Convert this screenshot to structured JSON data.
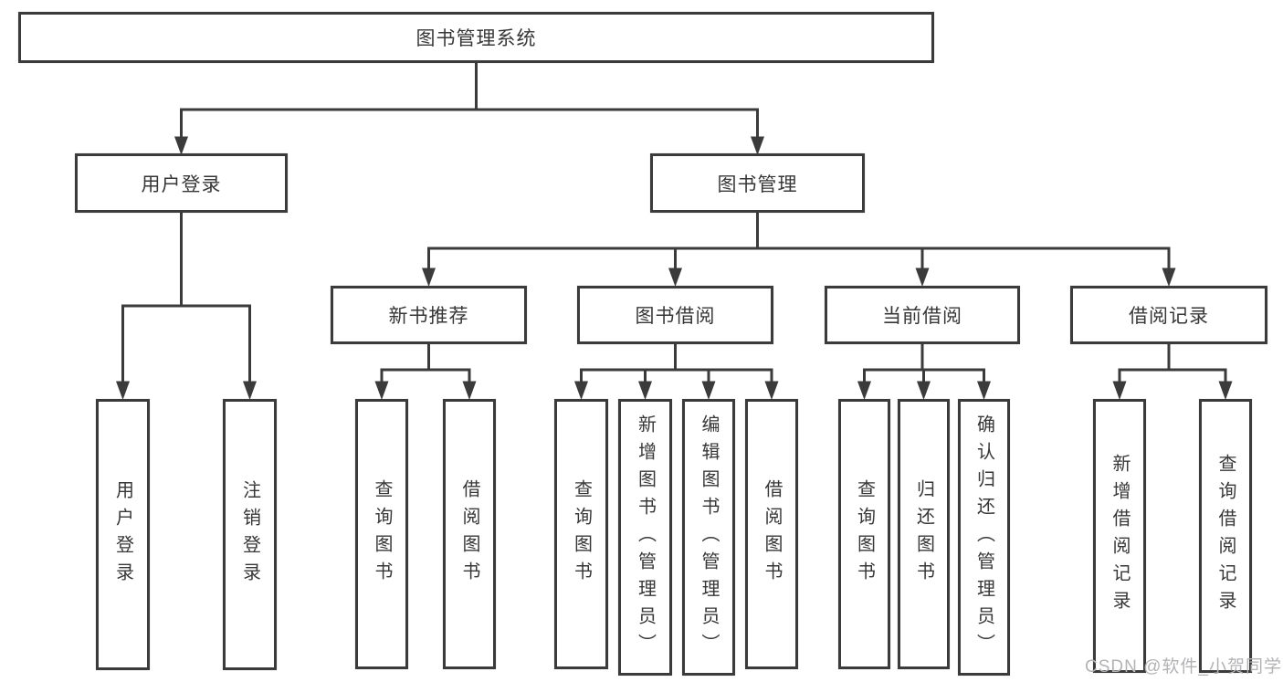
{
  "colors": {
    "background": "#ffffff",
    "line": "#3b3b3b",
    "node_border": "#3b3b3b",
    "node_text": "#373737",
    "watermark_text": "#b3b3b6"
  },
  "watermark": {
    "text": "CSDN @软件_小贺同学"
  },
  "nodes": {
    "root": {
      "label": "图书管理系统"
    },
    "level2": [
      {
        "label": "用户登录"
      },
      {
        "label": "图书管理"
      }
    ],
    "level3": [
      {
        "label": "新书推荐",
        "parent": "图书管理"
      },
      {
        "label": "图书借阅",
        "parent": "图书管理"
      },
      {
        "label": "当前借阅",
        "parent": "图书管理"
      },
      {
        "label": "借阅记录",
        "parent": "图书管理"
      }
    ],
    "leaves": [
      {
        "label": "用户登录",
        "parent": "用户登录"
      },
      {
        "label": "注销登录",
        "parent": "用户登录"
      },
      {
        "label": "查询图书",
        "parent": "新书推荐"
      },
      {
        "label": "借阅图书",
        "parent": "新书推荐"
      },
      {
        "label": "查询图书",
        "parent": "图书借阅"
      },
      {
        "label": "新增图书（管理员）",
        "parent": "图书借阅"
      },
      {
        "label": "编辑图书（管理员）",
        "parent": "图书借阅"
      },
      {
        "label": "借阅图书",
        "parent": "图书借阅"
      },
      {
        "label": "查询图书",
        "parent": "当前借阅"
      },
      {
        "label": "归还图书",
        "parent": "当前借阅"
      },
      {
        "label": "确认归还（管理员）",
        "parent": "当前借阅"
      },
      {
        "label": "新增借阅记录",
        "parent": "借阅记录"
      },
      {
        "label": "查询借阅记录",
        "parent": "借阅记录"
      }
    ]
  }
}
